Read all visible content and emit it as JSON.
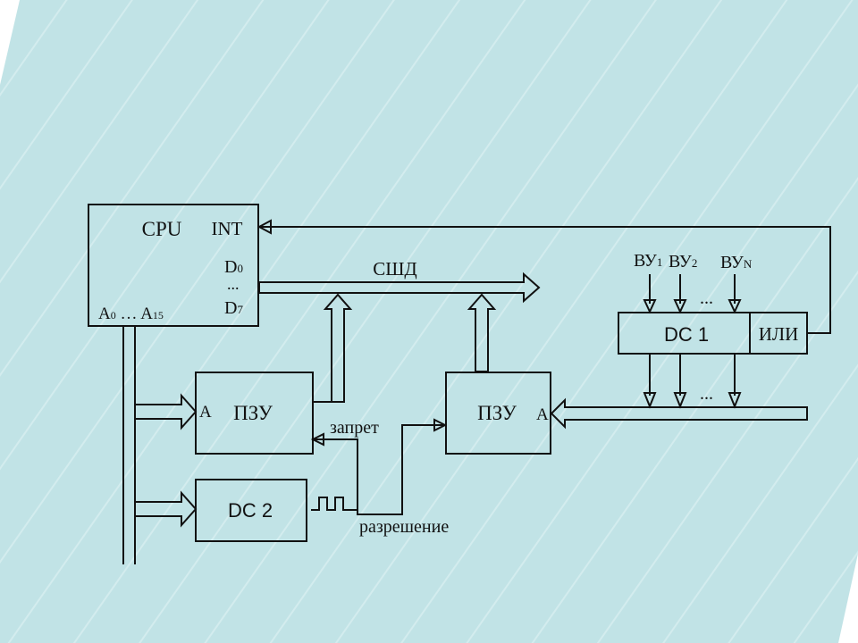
{
  "colors": {
    "background": "#c1e3e6",
    "stripe": "#d3ecee",
    "line": "#111111"
  },
  "cpu": {
    "label": "CPU",
    "int": "INT",
    "d0_main": "D",
    "d0_sub": "0",
    "dots": "...",
    "d7_main": "D",
    "d7_sub": "7",
    "a0_main": "A",
    "a0_sub": "0",
    "ellipsis": " … ",
    "a15_main": "A",
    "a15_sub": "15"
  },
  "data_bus": {
    "label": "СШД"
  },
  "rom1": {
    "label": "ПЗУ",
    "addr": "A"
  },
  "rom2": {
    "label": "ПЗУ",
    "addr": "A"
  },
  "dc2": {
    "label": "DC 2"
  },
  "dc1": {
    "label": "DC 1",
    "or_label": "ИЛИ"
  },
  "devices": [
    {
      "main": "ВУ",
      "sub": "1"
    },
    {
      "main": "ВУ",
      "sub": "2"
    },
    {
      "main": "ВУ",
      "sub": "N"
    }
  ],
  "dc1_input_dots": "...",
  "dc1_output_dots": "...",
  "signals": {
    "inhibit": "запрет",
    "enable": "разрешение"
  }
}
